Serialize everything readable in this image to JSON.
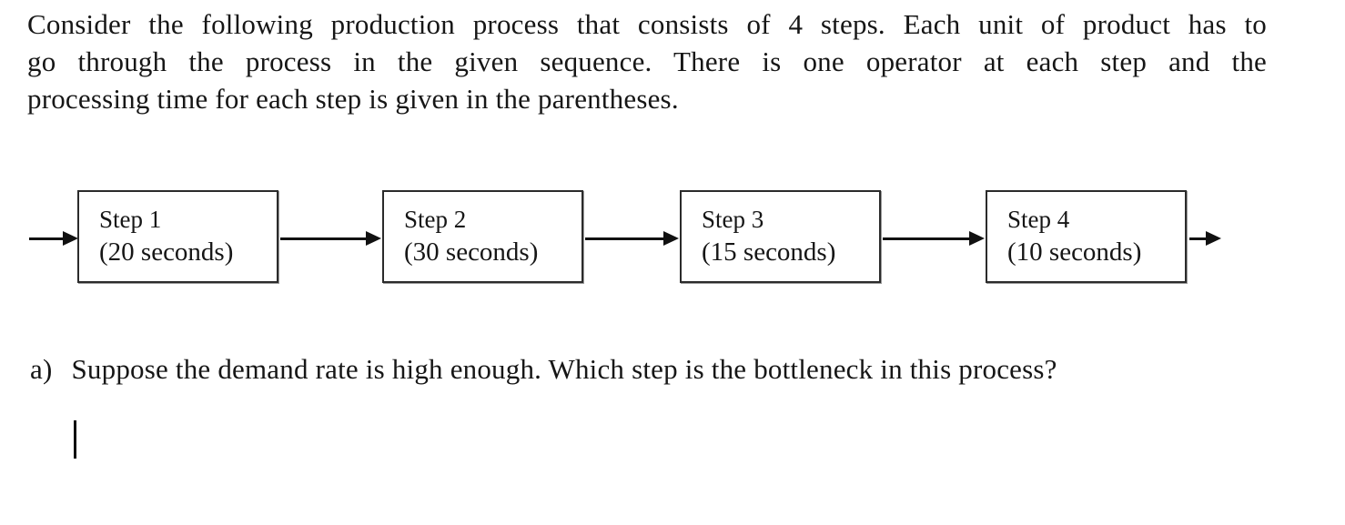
{
  "page": {
    "background_color": "#ffffff",
    "text_color": "#161616"
  },
  "paragraph": {
    "lines": [
      "Consider the following production process that consists of 4 steps. Each unit of product has to",
      "go through the process in the given sequence. There is one operator at each step and the",
      "processing time for each step is given in the parentheses."
    ]
  },
  "diagram": {
    "steps": [
      {
        "name": "Step 1",
        "time": "(20 seconds)"
      },
      {
        "name": "Step 2",
        "time": "(30 seconds)"
      },
      {
        "name": "Step 3",
        "time": "(15 seconds)"
      },
      {
        "name": "Step 4",
        "time": "(10 seconds)"
      }
    ],
    "flow_direction": "left-to-right"
  },
  "question": {
    "label": "a)",
    "text": "Suppose the demand rate is high enough. Which step is the bottleneck in this process?"
  }
}
